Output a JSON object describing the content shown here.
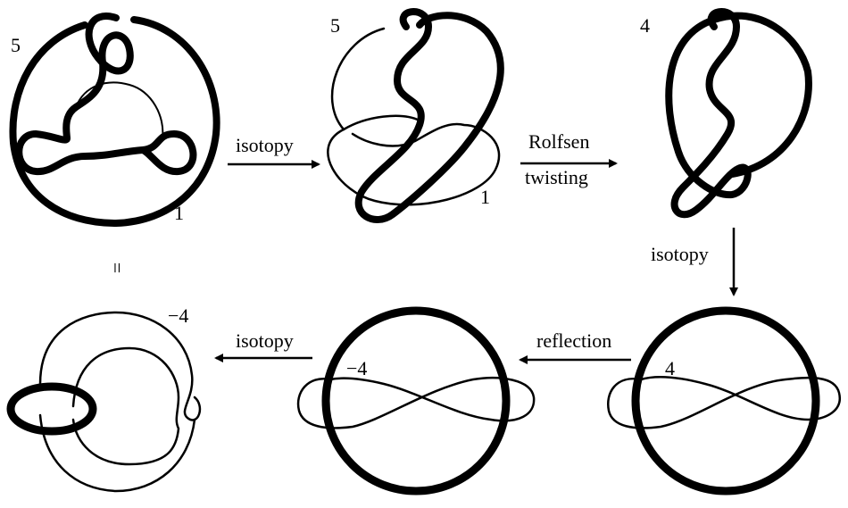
{
  "panels": {
    "p1": {
      "framing_top": "5",
      "framing_bottom": "1"
    },
    "p2": {
      "framing_top": "5",
      "framing_bottom": "1"
    },
    "p3": {
      "framing_top": "4"
    },
    "p4": {
      "framing": "4"
    },
    "p5": {
      "framing": "−4"
    },
    "p6": {
      "framing": "−4"
    }
  },
  "arrows": {
    "a1": {
      "label": "isotopy"
    },
    "a2": {
      "label_top": "Rolfsen",
      "label_bottom": "twisting"
    },
    "a3": {
      "label": "isotopy"
    },
    "a4": {
      "label": "reflection"
    },
    "a5": {
      "label": "isotopy"
    }
  },
  "equals": "="
}
